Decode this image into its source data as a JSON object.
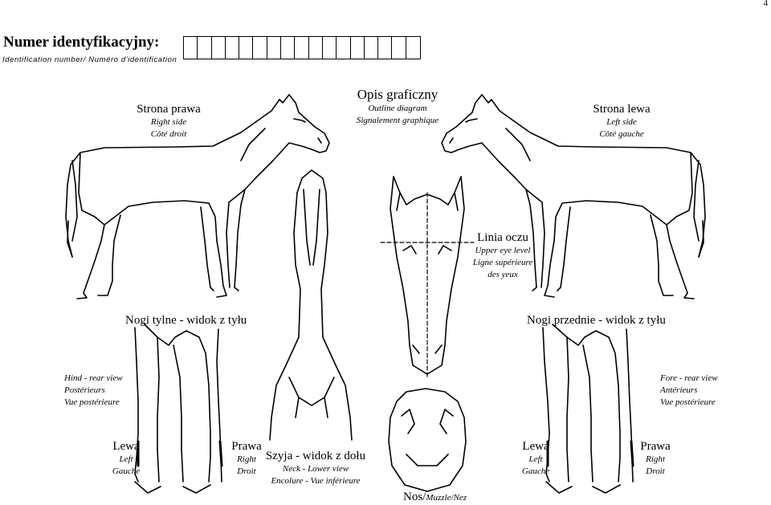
{
  "page_number": "4",
  "identification": {
    "title": "Numer identyfikacyjny:",
    "subtitle": "Identification number/ Numéro d'identification",
    "box_count": 17
  },
  "diagram_title": {
    "main": "Opis graficzny",
    "en": "Outline diagram",
    "fr": "Signalement graphique"
  },
  "right_side": {
    "main": "Strona prawa",
    "en": "Right side",
    "fr": "Côté droit"
  },
  "left_side": {
    "main": "Strona lewa",
    "en": "Left side",
    "fr": "Côté gauche"
  },
  "eye_level": {
    "main": "Linia oczu",
    "en": "Upper eye level",
    "fr1": "Ligne supérieure",
    "fr2": "des yeux"
  },
  "hind_legs": {
    "title": "Nogi tylne - widok z tyłu",
    "en": "Hind - rear view",
    "fr1": "Postérieurs",
    "fr2": "Vue postérieure"
  },
  "fore_legs": {
    "title": "Nogi przednie - widok z tyłu",
    "en": "Fore - rear view",
    "fr1": "Antérieurs",
    "fr2": "Vue postérieure"
  },
  "hind_left": {
    "main": "Lewa",
    "en": "Left",
    "fr": "Gauche"
  },
  "hind_right": {
    "main": "Prawa",
    "en": "Right",
    "fr": "Droit"
  },
  "fore_left": {
    "main": "Lewa",
    "en": "Left",
    "fr": "Gauche"
  },
  "fore_right": {
    "main": "Prawa",
    "en": "Right",
    "fr": "Droit"
  },
  "neck": {
    "main": "Szyja - widok z dołu",
    "en": "Neck - Lower view",
    "fr": "Encolure - Vue inférieure"
  },
  "muzzle": {
    "main": "Nos/",
    "sub": "Muzzle/Nez"
  }
}
